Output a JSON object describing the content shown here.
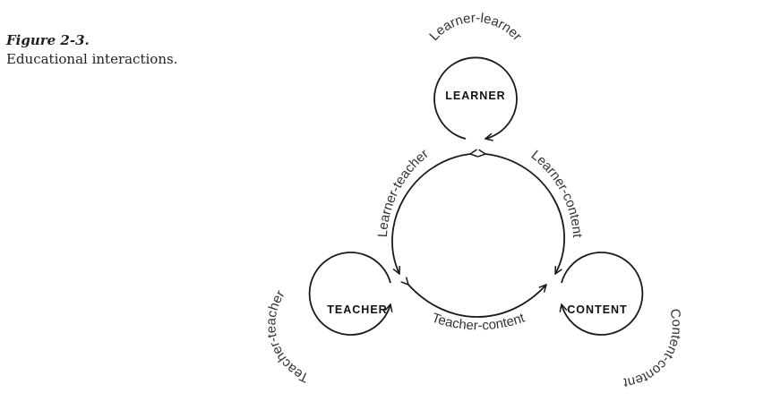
{
  "figure": {
    "label": "Figure 2-3.",
    "description": "Educational interactions."
  },
  "nodes": {
    "learner": "LEARNER",
    "teacher": "TEACHER",
    "content": "CONTENT"
  },
  "interactions": {
    "learner_learner": "Learner-learner",
    "learner_teacher": "Learner-teacher",
    "learner_content": "Learner-content",
    "teacher_teacher": "Teacher-teacher",
    "teacher_content": "Teacher-content",
    "content_content": "Content-content"
  },
  "colors": {
    "stroke": "#1a1a1a",
    "text": "#111111"
  }
}
